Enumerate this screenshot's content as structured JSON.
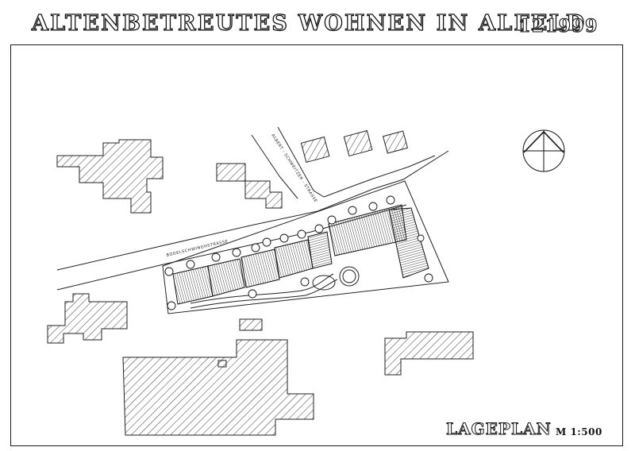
{
  "sheet": {
    "title": "ALTENBETREUTES WOHNEN IN ALFELD",
    "number": "121999",
    "plan_label": "LAGEPLAN",
    "scale_label": "M 1:500"
  },
  "streets": {
    "north": "ALBERT - SCHWEITZER - STRASSE",
    "main": "BODELSCHWINGHSTRASSE"
  },
  "icons": [
    "north-arrow-icon"
  ],
  "colors": {
    "ink": "#111111",
    "paper": "#ffffff"
  }
}
